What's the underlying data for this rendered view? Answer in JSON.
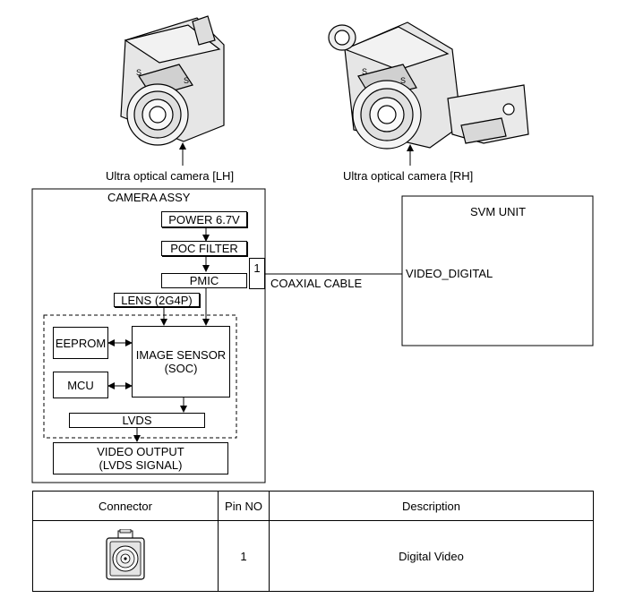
{
  "cameras": {
    "lh_label": "Ultra optical camera [LH]",
    "rh_label": "Ultra optical camera [RH]"
  },
  "camera_assy": {
    "title": "CAMERA ASSY",
    "power": "POWER 6.7V",
    "poc_filter": "POC FILTER",
    "pmic": "PMIC",
    "lens": "LENS (2G4P)",
    "eeprom": "EEPROM",
    "mcu": "MCU",
    "image_sensor_line1": "IMAGE SENSOR",
    "image_sensor_line2": "(SOC)",
    "lvds": "LVDS",
    "video_output_line1": "VIDEO OUTPUT",
    "video_output_line2": "(LVDS SIGNAL)",
    "pin": "1"
  },
  "cable": {
    "label": "COAXIAL CABLE"
  },
  "svm_unit": {
    "title": "SVM UNIT",
    "signal": "VIDEO_DIGITAL"
  },
  "pin_table": {
    "headers": [
      "Connector",
      "Pin NO",
      "Description"
    ],
    "rows": [
      {
        "pin": "1",
        "description": "Digital Video"
      }
    ]
  }
}
